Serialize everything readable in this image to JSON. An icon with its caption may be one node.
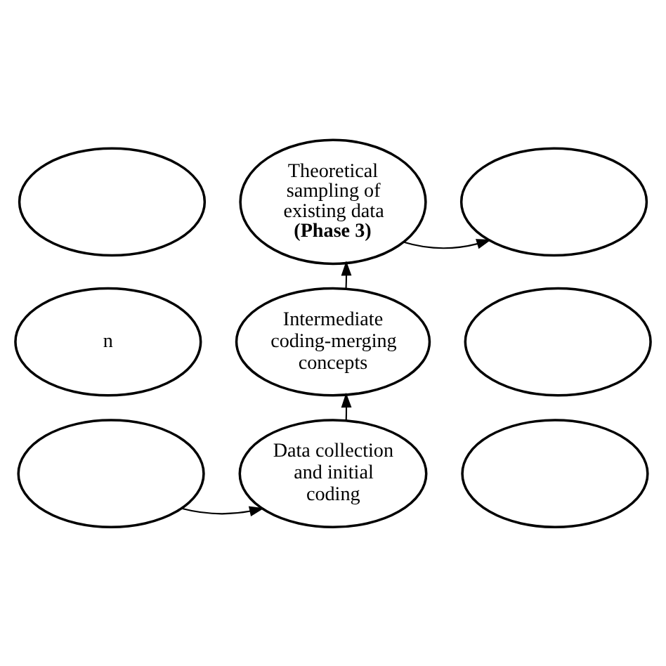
{
  "diagram": {
    "nodes": [
      {
        "text": [],
        "shape": "ellipse"
      },
      {
        "text": [
          "Theoretical sampling of existing data",
          "(Phase 3)"
        ]
      },
      {
        "text": [],
        "shape": "ellipse"
      },
      {
        "text": [
          "n"
        ]
      },
      {
        "text": [
          "Intermediate coding-merging concepts"
        ]
      },
      {
        "text": [],
        "shape": "ellipse"
      },
      {
        "text": [],
        "shape": "ellipse"
      },
      {
        "text": [
          "Data collection and initial coding"
        ]
      },
      {
        "text": [],
        "shape": "ellipse"
      }
    ],
    "edges": [
      {
        "from": 6,
        "to": 7,
        "arrow": "to"
      },
      {
        "from": 7,
        "to": 4,
        "arrow": "to"
      },
      {
        "from": 4,
        "to": 1,
        "arrow": "to"
      },
      {
        "from": 1,
        "to": 2,
        "arrow": "to"
      }
    ]
  }
}
